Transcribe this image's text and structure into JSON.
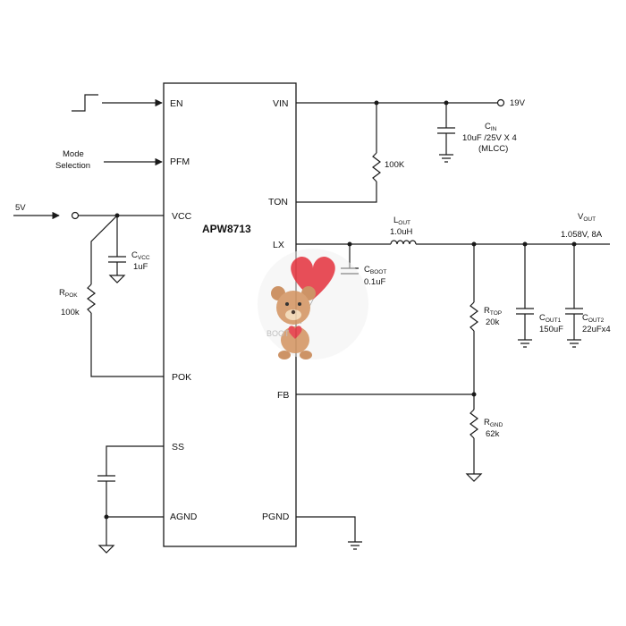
{
  "chip": {
    "name": "APW8713"
  },
  "pins": {
    "en": "EN",
    "pfm": "PFM",
    "vcc": "VCC",
    "pok": "POK",
    "ss": "SS",
    "agnd": "AGND",
    "vin": "VIN",
    "ton": "TON",
    "lx": "LX",
    "fb": "FB",
    "pgnd": "PGND"
  },
  "inputs": {
    "mode_line1": "Mode",
    "mode_line2": "Selection",
    "v5": "5V",
    "v19": "19V"
  },
  "components": {
    "cin": {
      "sym": "C",
      "sub": "IN",
      "value": "10uF /25V X 4",
      "note": "(MLCC)"
    },
    "r_ton": {
      "value": "100K"
    },
    "cvcc": {
      "sym": "C",
      "sub": "VCC",
      "value": "1uF"
    },
    "rpok": {
      "sym": "R",
      "sub": "POK",
      "value": "100k"
    },
    "lout": {
      "sym": "L",
      "sub": "OUT",
      "value": "1.0uH"
    },
    "cboot": {
      "sym": "C",
      "sub": "BOOT",
      "value": "0.1uF"
    },
    "rtop": {
      "sym": "R",
      "sub": "TOP",
      "value": "20k"
    },
    "rgnd": {
      "sym": "R",
      "sub": "GND",
      "value": "62k"
    },
    "cout1": {
      "sym": "C",
      "sub": "OUT1",
      "value": "150uF"
    },
    "cout2": {
      "sym": "C",
      "sub": "OUT2",
      "value": "22uFx4"
    }
  },
  "output": {
    "sym": "V",
    "sub": "OUT",
    "value": "1.058V, 8A"
  },
  "watermark": {
    "icon": "teddy-bear-heart-icon",
    "text": "BOOT",
    "heart_color": "#e5404a",
    "bear_color": "#c98a5a"
  }
}
